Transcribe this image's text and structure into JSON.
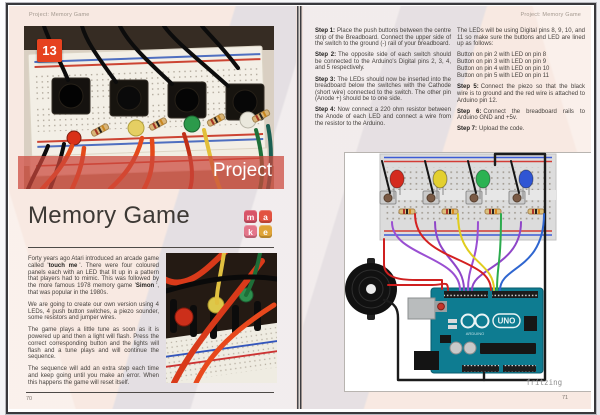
{
  "meta": {
    "page_bg": "#f8e9e2",
    "banner_red": "rgba(204,70,60,0.72)",
    "badge_red": "#e6421f"
  },
  "book": {
    "left_page": {
      "header": "Project: Memory Game",
      "page_number": "70",
      "photo_badge": "13",
      "photo_banner": "Project",
      "title": "Memory Game",
      "logo": {
        "letters": [
          "m",
          "a",
          "k",
          "e"
        ],
        "colors": [
          "#d85468",
          "#e25240",
          "#e4768a",
          "#dfa437"
        ]
      },
      "paragraph1": {
        "part1": "Forty years ago Atari introduced an arcade game called '",
        "bold1": "touch me",
        "part2": "'. There were four coloured panels each with an LED that lit up in a pattern that players had to mimic. This was followed by the more famous 1978 memory game '",
        "bold2": "Simon",
        "part3": "', that was popular in the 1980s."
      },
      "paragraph2": "We are going to create our own version using 4 LEDs, 4 push button switches, a piezo sounder, some resistors and jumper wires.",
      "paragraph3": "The game plays a little tune as soon as it is powered up and then a light will flash. Press the correct corresponding button and the lights will flash and a tune plays and will continue the sequence.",
      "paragraph4": "The sequence will add an extra step each time and keep going until you make an error. When this happens the game will reset itself."
    },
    "right_page": {
      "header": "Project: Memory Game",
      "page_number": "71",
      "steps": [
        {
          "label": "Step 1:",
          "text": "Place the push buttons between the centre strip of the Breadboard. Connect the upper side of the switch to the ground (-) rail of your breadboard."
        },
        {
          "label": "Step 2:",
          "text": "The opposite side of each switch should be connected to the Arduino's Digital pins 2, 3, 4, and 5 respectively."
        },
        {
          "label": "Step 3:",
          "text": "The LEDs should now be inserted into the breadboard below the switches with the Cathode (short wire) connected to the switch. The other pin (Anode +) should be to one side."
        },
        {
          "label": "Step 4:",
          "text": "Now connect a 220 ohm resistor between the Anode of each LED and connect a wire from the resistor to the Arduino."
        }
      ],
      "led_intro": "The LEDs will be using Digital pins 8, 9, 10, and 11 so make sure the buttons and LED are lined up as follows:",
      "pin_list": [
        "Button on pin 2 with LED on pin 8",
        "Button on pin 3 with LED on pin 9",
        "Button on pin 4 with LED on pin 10",
        "Button on pin 5 with LED on pin 11"
      ],
      "steps2": [
        {
          "label": "Step 5:",
          "text": "Connect the piezo so that the black wire is to ground and the red wire is attached to Arduino pin 12."
        },
        {
          "label": "Step 6:",
          "text": "Connect the breadboard rails to Arduino GND and +5v."
        },
        {
          "label": "Step 7:",
          "text": "Upload the code."
        }
      ],
      "diagram": {
        "watermark": "fritzing",
        "board_label": "UNO",
        "board_brand": "ARDUINO",
        "led_colors": [
          "#d42a1e",
          "#e3d030",
          "#2bb252",
          "#2f55d4"
        ]
      }
    }
  }
}
